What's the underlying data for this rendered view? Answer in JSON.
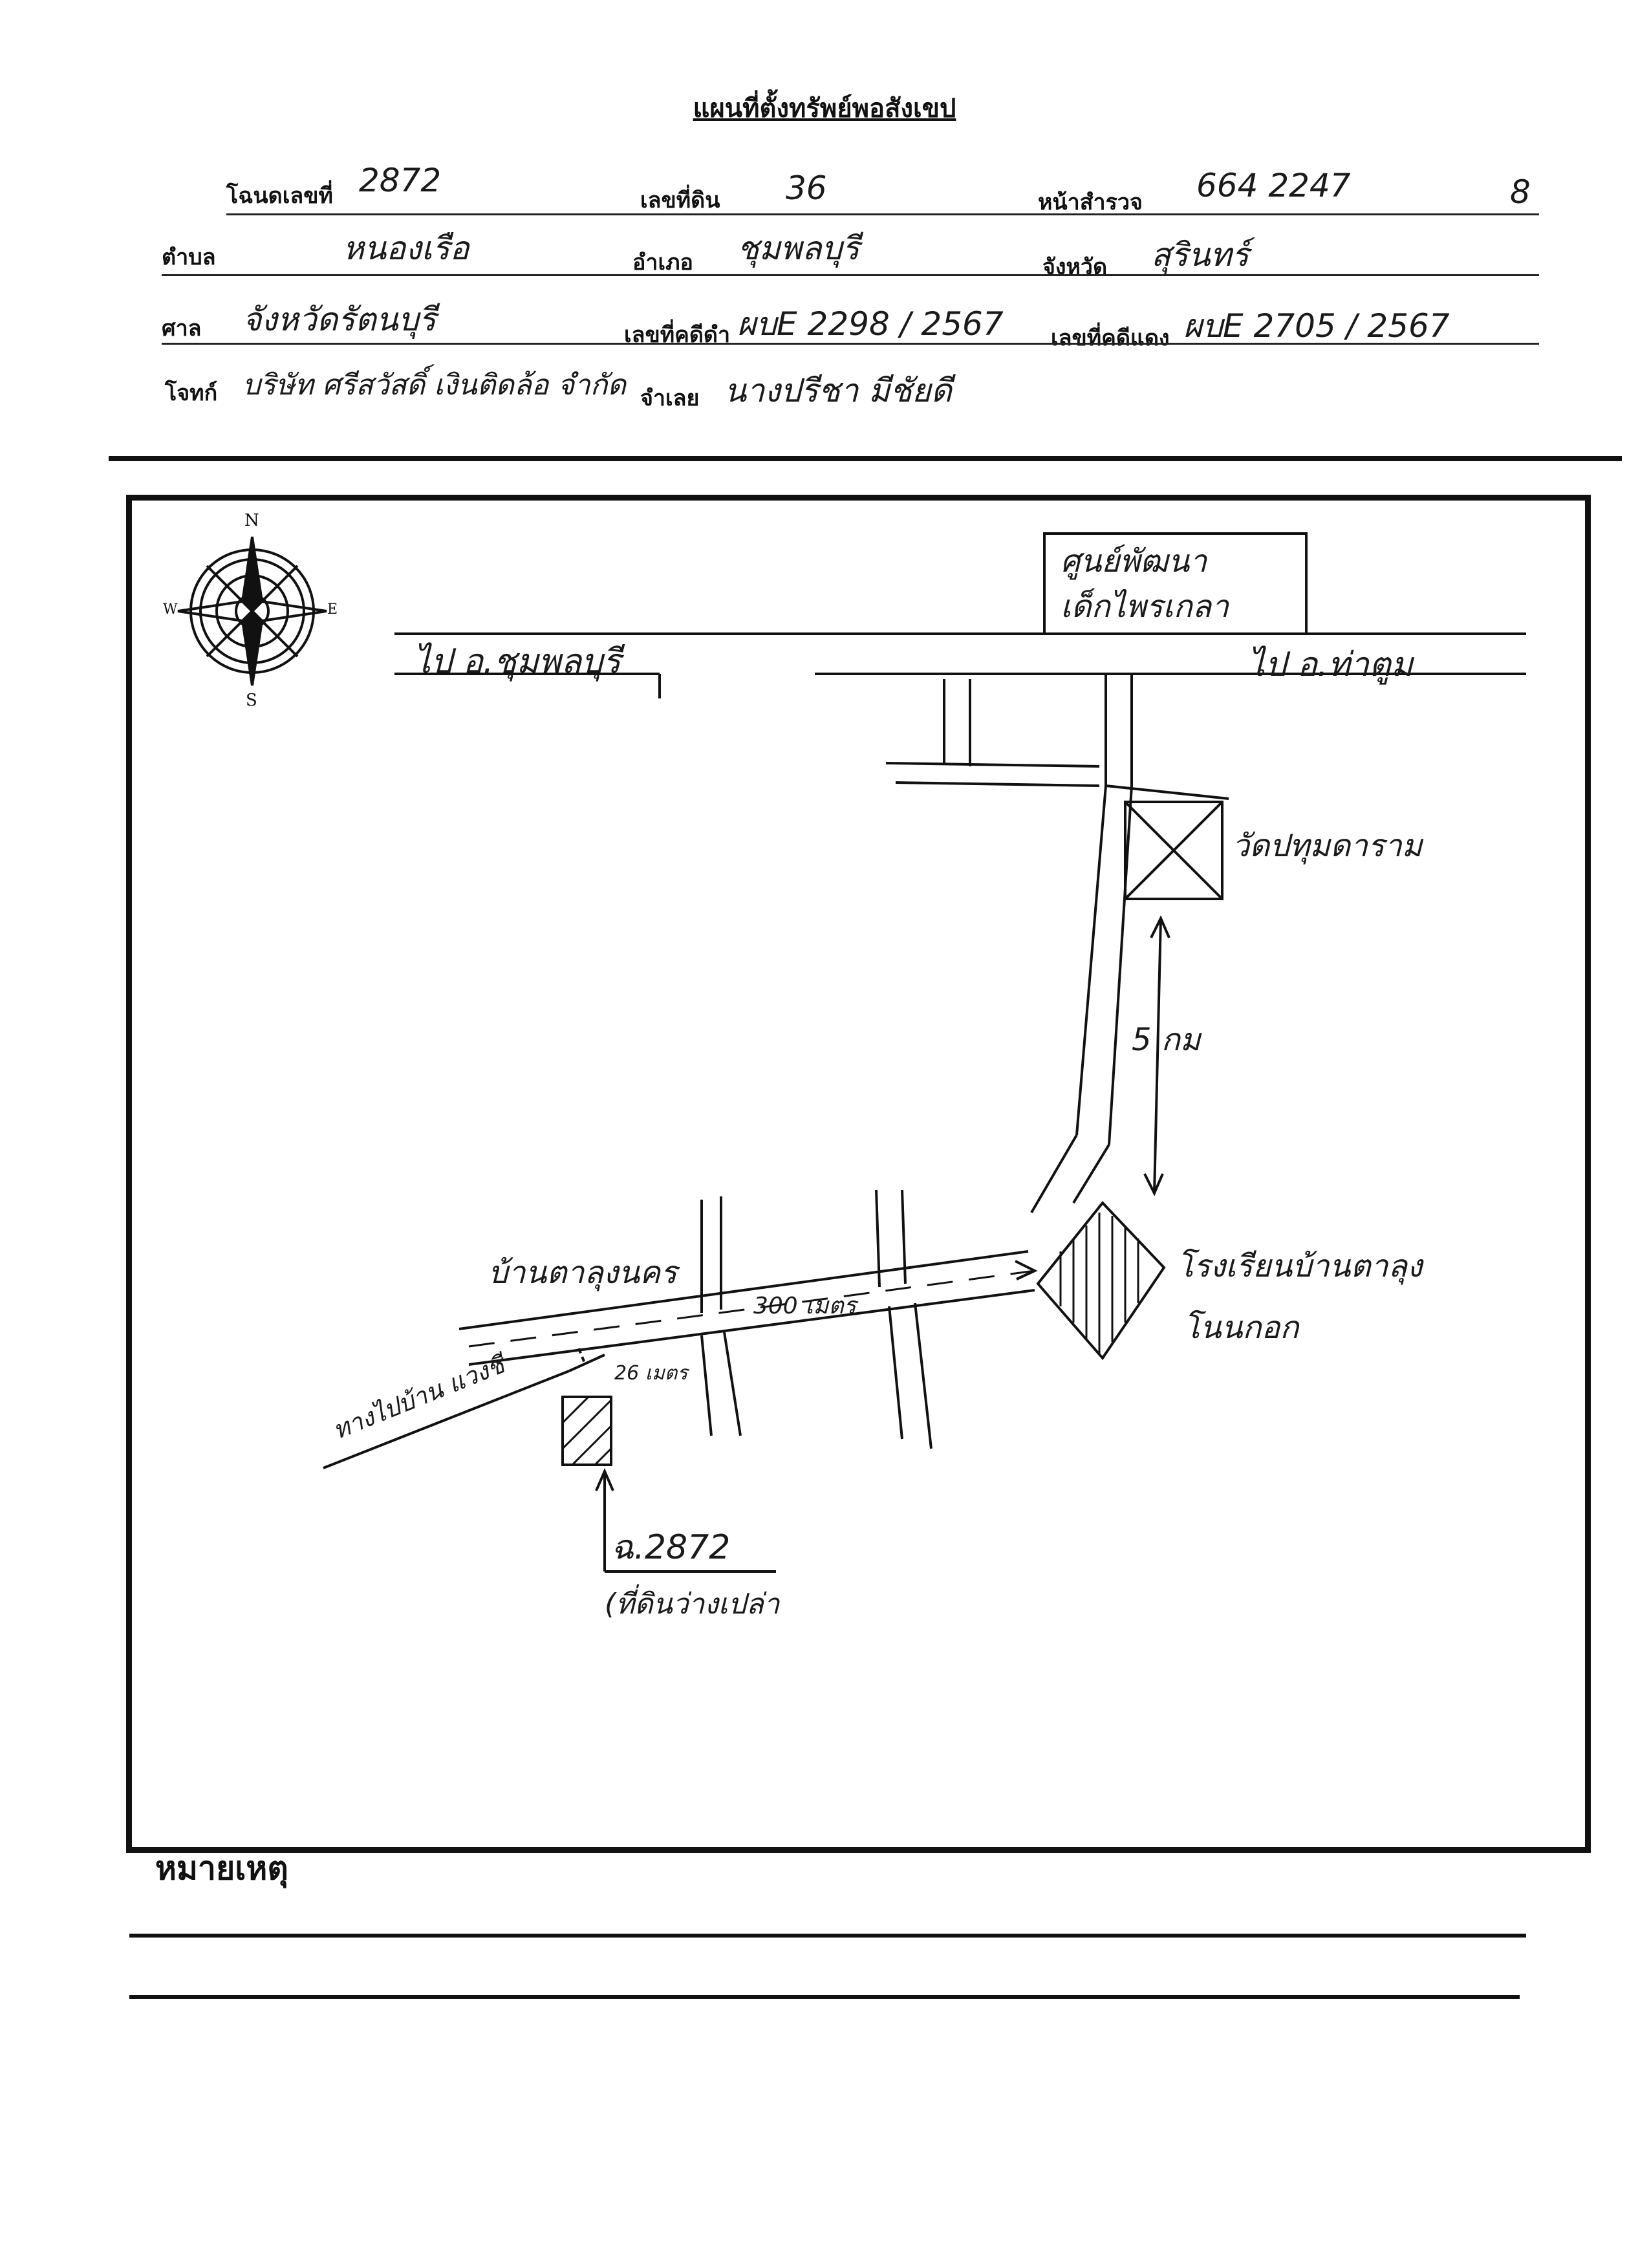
{
  "title": "แผนที่ตั้งทรัพย์พอสังเขป",
  "header": {
    "deed_label": "โฉนดเลขที่",
    "deed_value": "2872",
    "land_no_label": "เลขที่ดิน",
    "land_no_value": "36",
    "survey_page_label": "หน้าสำรวจ",
    "survey_page_value": "664 2247",
    "survey_page_extra": "8",
    "subdistrict_label": "ตำบล",
    "subdistrict_value": "หนองเรือ",
    "district_label": "อำเภอ",
    "district_value": "ชุมพลบุรี",
    "province_label": "จังหวัด",
    "province_value": "สุรินทร์",
    "court_label": "ศาล",
    "court_value": "จังหวัดรัตนบุรี",
    "black_case_label": "เลขที่คดีดำ",
    "black_case_value": "ผบE 2298 / 2567",
    "red_case_label": "เลขที่คดีแดง",
    "red_case_value": "ผบE 2705 / 2567",
    "plaintiff_label": "โจทก์",
    "plaintiff_value": "บริษัท ศรีสวัสดิ์ เงินติดล้อ จำกัด",
    "defendant_label": "จำเลย",
    "defendant_value": "นางปรีชา มีชัยดี"
  },
  "map": {
    "compass": {
      "n": "N",
      "s": "S",
      "e": "E",
      "w": "W"
    },
    "labels": {
      "center": "ศูนย์พัฒนา",
      "center2": "เด็กไพรเกลา",
      "road_west": "ไป อ.ชุมพลบุรี",
      "road_east": "ไป อ.ท่าตูม",
      "temple": "วัดปทุมดาราม",
      "distance_km": "5 กม",
      "village": "บ้านตาลุงนคร",
      "distance_m": "300 เมตร",
      "school": "โรงเรียนบ้านตาลุง",
      "school2": "โนนกอก",
      "branch_road": "ทางไปบ้าน แวงชี",
      "plot_dist": "26 เมตร",
      "plot_id": "ฉ.2872",
      "plot_desc": "(ที่ดินว่างเปล่า"
    }
  },
  "footer": {
    "remarks_label": "หมายเหตุ"
  }
}
